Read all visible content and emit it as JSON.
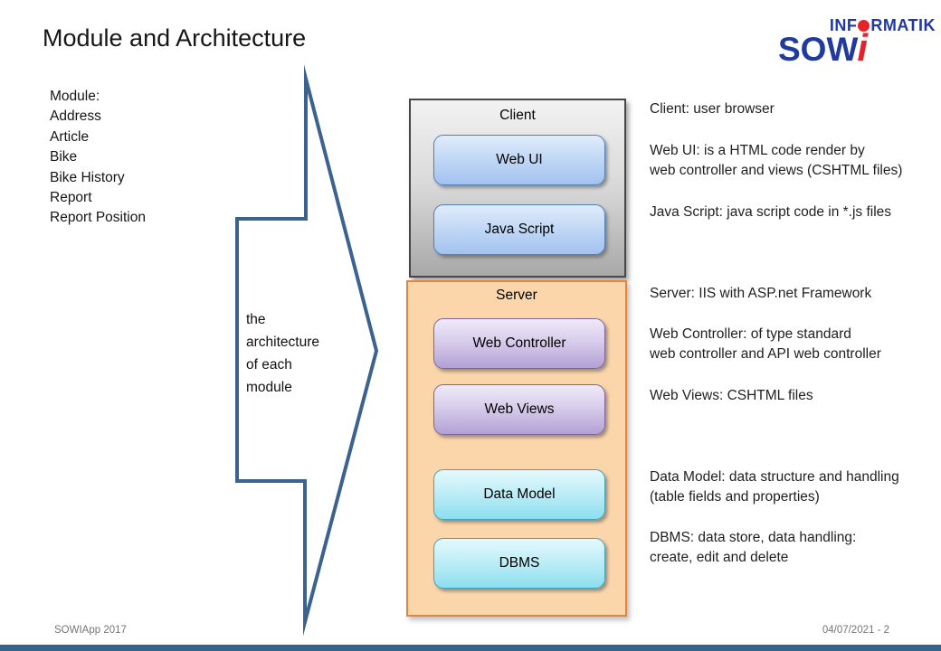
{
  "title": "Module and Architecture",
  "logo": {
    "top_pre": "INF",
    "top_post": "RMATIK",
    "main": "SOW",
    "accent": "i"
  },
  "modules": {
    "lines": [
      "Module:",
      "Address",
      "Article",
      "Bike",
      "Bike History",
      "Report",
      "Report Position"
    ]
  },
  "arrow": {
    "lines": [
      "the",
      "architecture",
      "of each",
      "module"
    ]
  },
  "client": {
    "title": "Client",
    "web_ui": "Web UI",
    "java_script": "Java Script"
  },
  "server": {
    "title": "Server",
    "web_controller": "Web Controller",
    "web_views": "Web Views",
    "data_model": "Data Model",
    "dbms": "DBMS"
  },
  "annotations": {
    "client": [
      "Client: user browser"
    ],
    "web_ui": [
      "Web UI: is a HTML code render by",
      "web controller and views (CSHTML files)"
    ],
    "java_script": [
      "Java Script: java script code in *.js files"
    ],
    "server": [
      "Server: IIS with ASP.net Framework"
    ],
    "web_controller": [
      "Web Controller: of type standard",
      "web controller and API web controller"
    ],
    "web_views": [
      "Web Views: CSHTML files"
    ],
    "data_model": [
      "Data Model: data structure and handling",
      "(table fields and properties)"
    ],
    "dbms": [
      "DBMS: data store, data handling:",
      "create, edit and delete"
    ]
  },
  "footer": {
    "left": "SOWIApp 2017",
    "right": "04/07/2021 - 2"
  },
  "colors": {
    "arrow_stroke": "#3c6290",
    "bottom_bar": "#3a6189",
    "server_border": "#e8823c",
    "logo_blue": "#203a9e",
    "logo_red": "#e3232b"
  }
}
